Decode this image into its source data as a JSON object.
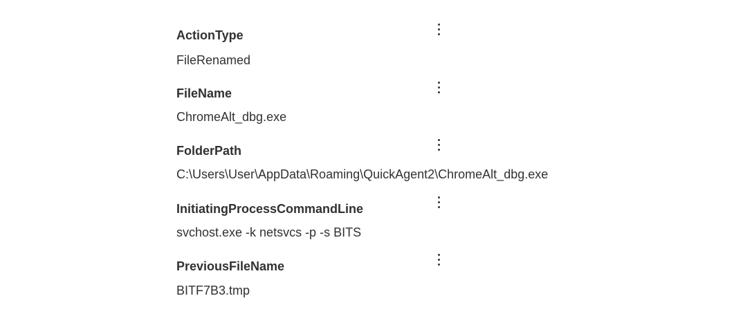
{
  "fields": [
    {
      "name": "ActionType",
      "value": "FileRenamed"
    },
    {
      "name": "FileName",
      "value": "ChromeAlt_dbg.exe"
    },
    {
      "name": "FolderPath",
      "value": "C:\\Users\\User\\AppData\\Roaming\\QuickAgent2\\ChromeAlt_dbg.exe"
    },
    {
      "name": "InitiatingProcessCommandLine",
      "value": "svchost.exe -k netsvcs -p -s BITS"
    },
    {
      "name": "PreviousFileName",
      "value": "BITF7B3.tmp"
    }
  ],
  "icons": {
    "more_actions": "more-vertical-icon"
  }
}
